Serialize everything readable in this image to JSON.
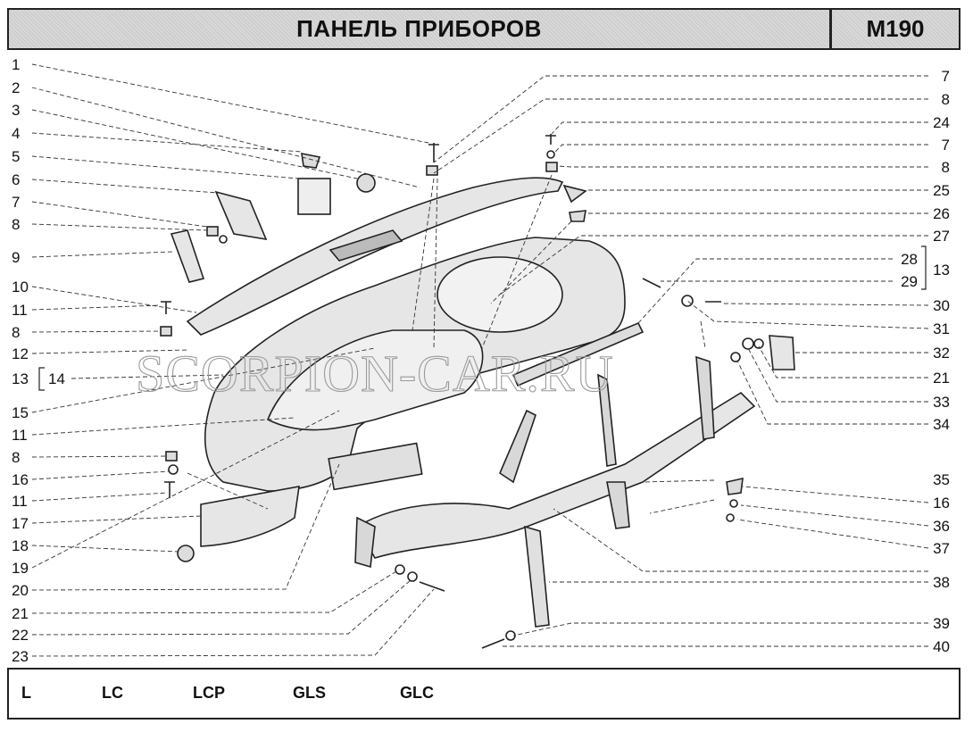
{
  "header": {
    "title": "ПАНЕЛЬ ПРИБОРОВ",
    "code": "M190"
  },
  "watermark": "SCORPION-CAR.RU",
  "left_callouts": [
    "1",
    "2",
    "3",
    "4",
    "5",
    "6",
    "7",
    "8",
    "9",
    "10",
    "11",
    "8",
    "12",
    "13",
    "14",
    "15",
    "11",
    "8",
    "16",
    "11",
    "17",
    "18",
    "19",
    "20",
    "21",
    "22",
    "23"
  ],
  "right_callouts": [
    "7",
    "8",
    "24",
    "7",
    "8",
    "25",
    "26",
    "27",
    "28",
    "29",
    "13",
    "30",
    "31",
    "32",
    "21",
    "33",
    "34",
    "35",
    "16",
    "36",
    "37",
    "38",
    "39",
    "40"
  ],
  "footer": {
    "variants": [
      "L",
      "LC",
      "LCP",
      "GLS",
      "GLC"
    ]
  },
  "colors": {
    "line": "#222222",
    "fill": "#e6e6e6",
    "frame": "#222222"
  }
}
